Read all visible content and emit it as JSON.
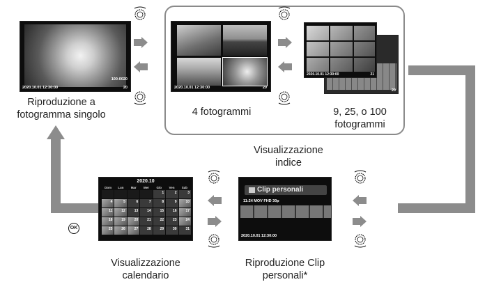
{
  "captions": {
    "single": "Riproduzione a\nfotogramma singolo",
    "four": "4 fotogrammi",
    "multi": "9, 25, o 100\nfotogrammi",
    "index": "Visualizzazione\nindice",
    "clip": "Riproduzione Clip\npersonali*",
    "calendar": "Visualizzazione\ncalendario"
  },
  "single_screen": {
    "timestamp": "2020.10.01 12:30:00",
    "frame_number": "20",
    "top_right": "100-0020"
  },
  "four_screen": {
    "timestamp": "2020.10.01 12:30:00",
    "frame_number": "20"
  },
  "multi_screen": {
    "timestamp": "2020.10.01 12:30:00",
    "frame_number": "21",
    "back_frame_number": "20"
  },
  "calendar_screen": {
    "month": "2020.10",
    "weekdays": [
      "Dom",
      "Lun",
      "Mar",
      "Mer",
      "Gio",
      "Ven",
      "Sab"
    ],
    "days": [
      "",
      "",
      "",
      "",
      "1",
      "2",
      "3",
      "4",
      "5",
      "6",
      "7",
      "8",
      "9",
      "10",
      "11",
      "12",
      "13",
      "14",
      "15",
      "16",
      "17",
      "18",
      "19",
      "20",
      "21",
      "22",
      "23",
      "24",
      "25",
      "26",
      "27",
      "28",
      "29",
      "30",
      "31"
    ]
  },
  "clip_screen": {
    "title": "Clip personali",
    "info": "11:24  MOV  FHD 30p",
    "timestamp": "2020.10.01 12:30:00"
  },
  "ok_label": "OK",
  "icons": [
    "dial-icon",
    "arrow-right-icon",
    "arrow-left-icon",
    "ok-button-icon"
  ],
  "colors": {
    "arrow": "#8c8c8c",
    "frame": "#8a8a8a"
  }
}
